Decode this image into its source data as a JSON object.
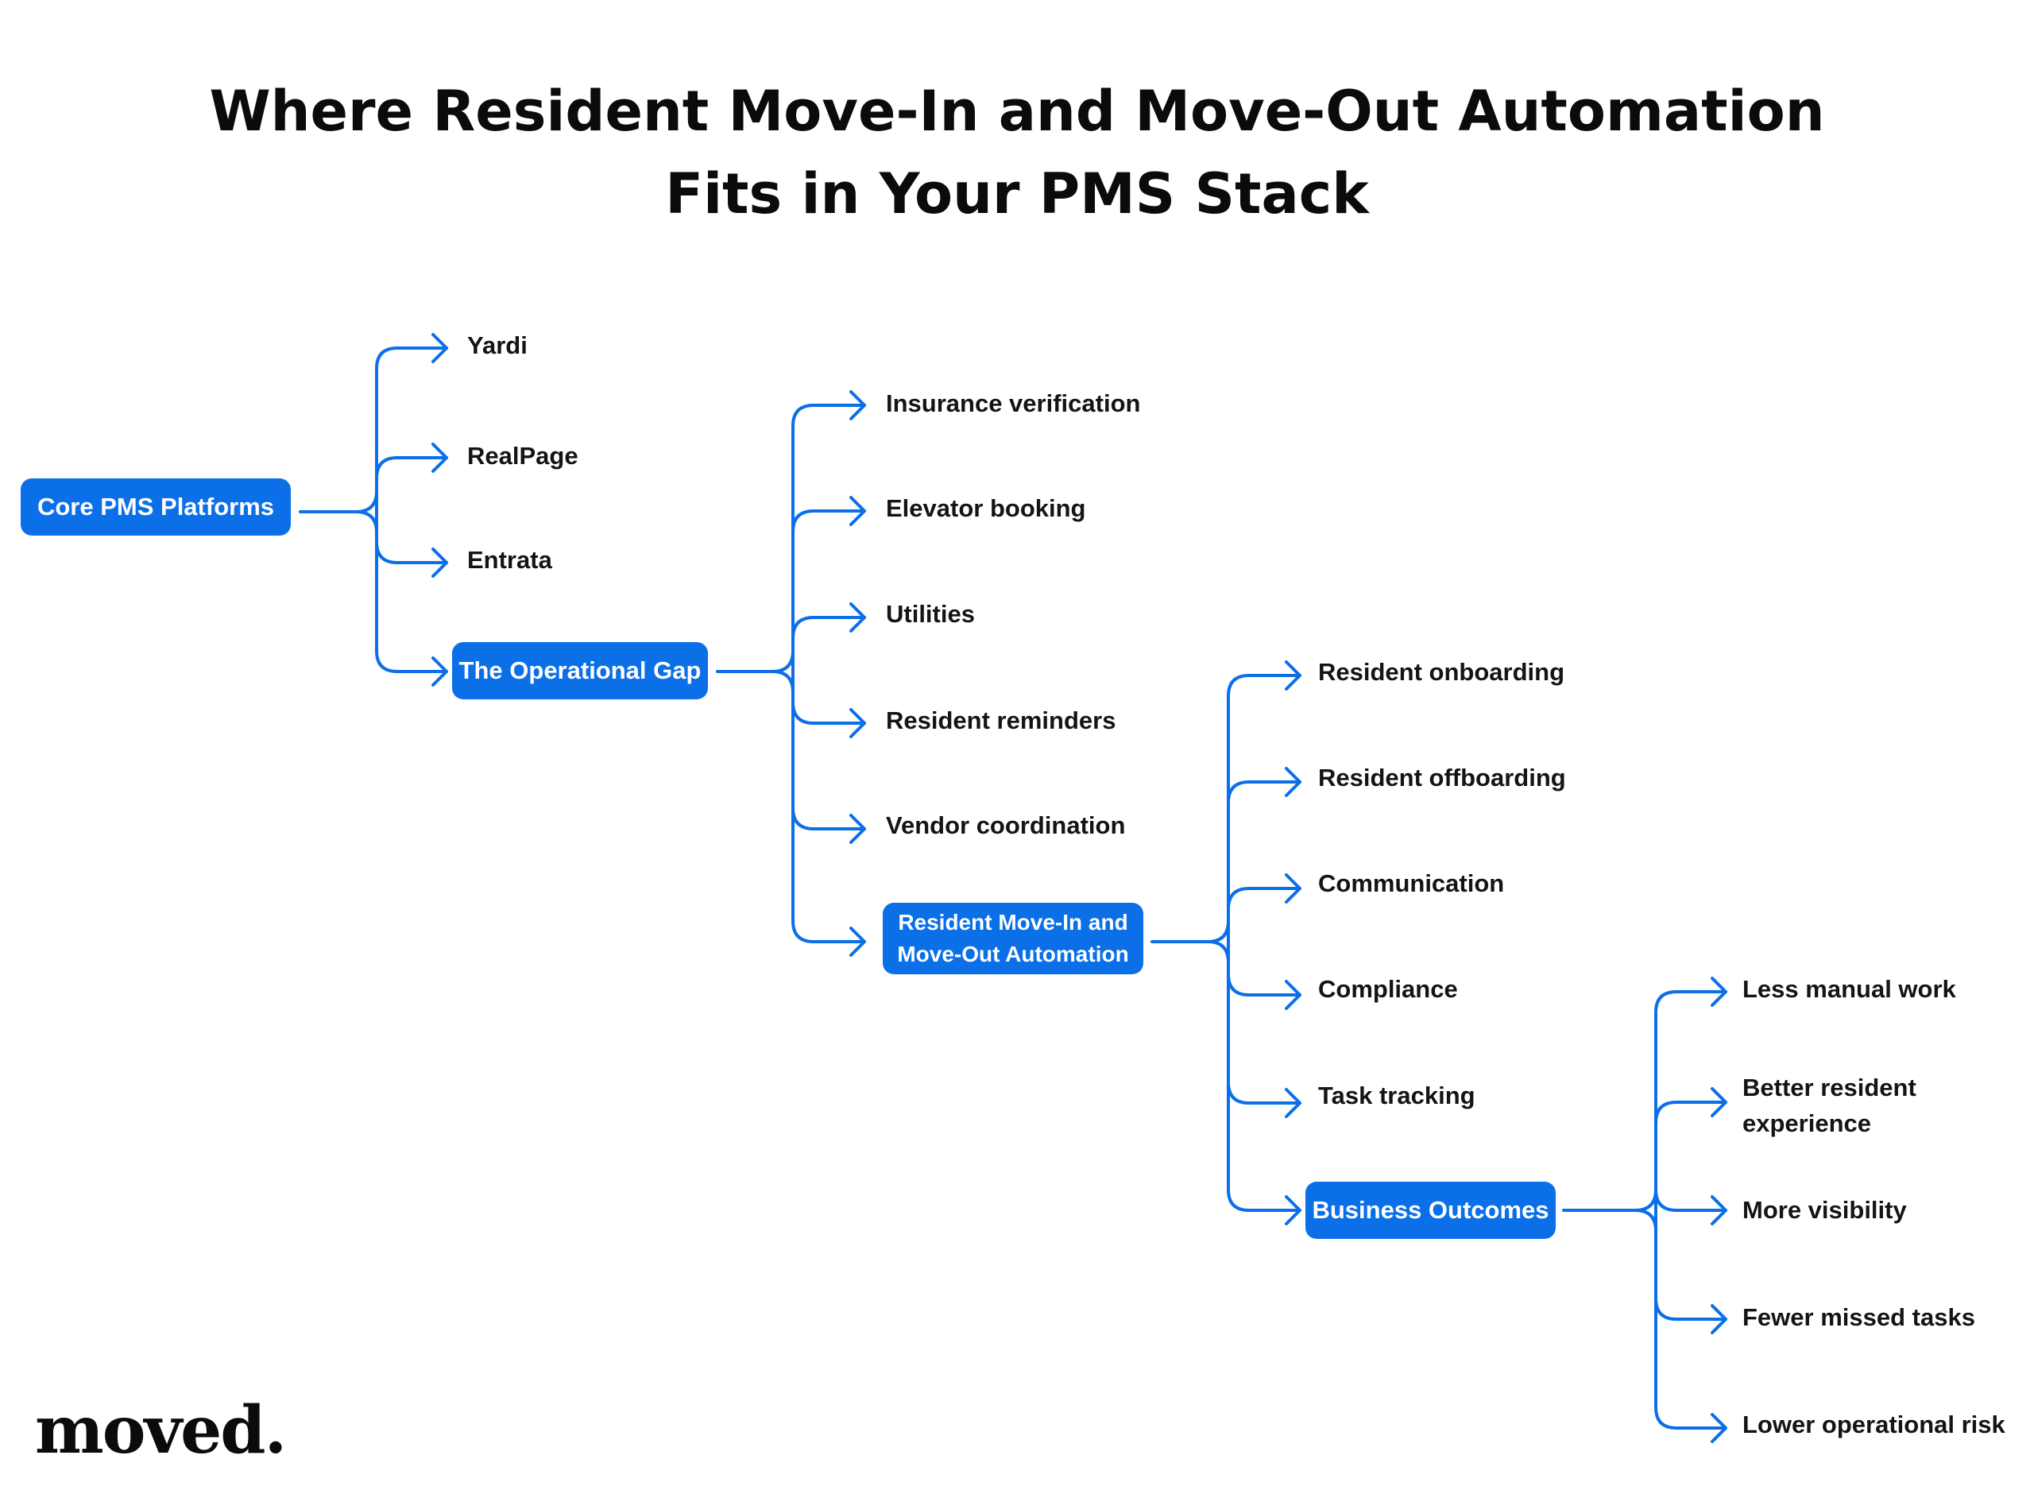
{
  "title": {
    "line1": "Where Resident Move-In and Move-Out Automation",
    "line2": "Fits in Your PMS Stack"
  },
  "colors": {
    "accent": "#0b6fe8",
    "text": "#141414",
    "background": "#ffffff"
  },
  "nodes": {
    "core": {
      "label": "Core PMS Platforms"
    },
    "gap": {
      "label": "The Operational Gap"
    },
    "automation": {
      "line1": "Resident Move-In and",
      "line2": "Move-Out Automation"
    },
    "outcomes": {
      "label": "Business Outcomes"
    }
  },
  "core_children": [
    "Yardi",
    "RealPage",
    "Entrata"
  ],
  "gap_children": [
    "Insurance verification",
    "Elevator booking",
    "Utilities",
    "Resident reminders",
    "Vendor coordination"
  ],
  "automation_children": [
    "Resident onboarding",
    "Resident offboarding",
    "Communication",
    "Compliance",
    "Task tracking"
  ],
  "outcome_children": [
    {
      "line1": "Less manual work"
    },
    {
      "line1": "Better resident",
      "line2": "experience"
    },
    {
      "line1": "More visibility"
    },
    {
      "line1": "Fewer missed tasks"
    },
    {
      "line1": "Lower operational risk"
    }
  ],
  "logo": {
    "text": "moved."
  }
}
